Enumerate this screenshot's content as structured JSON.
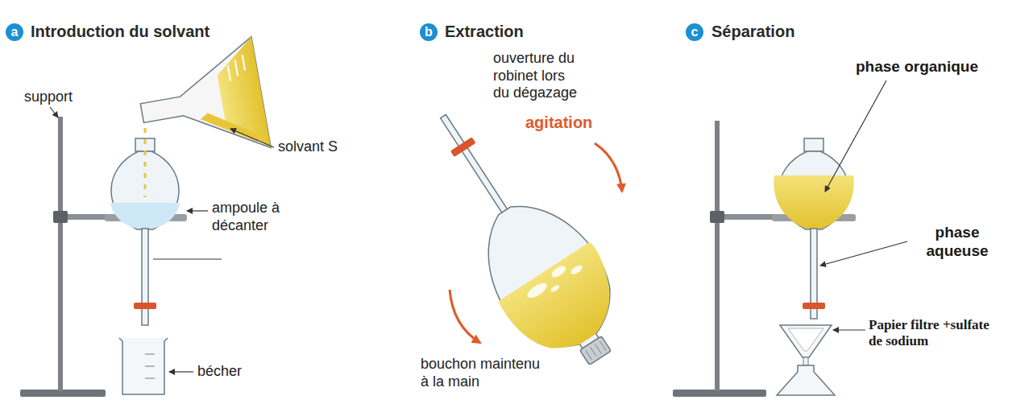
{
  "diagram": {
    "nodes": [
      {
        "text": [
          "a"
        ]
      },
      {
        "text": [
          "b"
        ]
      },
      {
        "text": [
          "c"
        ]
      }
    ],
    "labels": [
      "Introduction du solvant",
      "support",
      "solvant S",
      "ampoule à décanter",
      "bécher",
      "Extraction",
      "ouverture du robinet lors du dégazage",
      "agitation",
      "bouchon maintenu à la main",
      "Séparation",
      "phase organique",
      "phase aqueuse",
      "Papier filtre +sulfate de sodium"
    ]
  }
}
